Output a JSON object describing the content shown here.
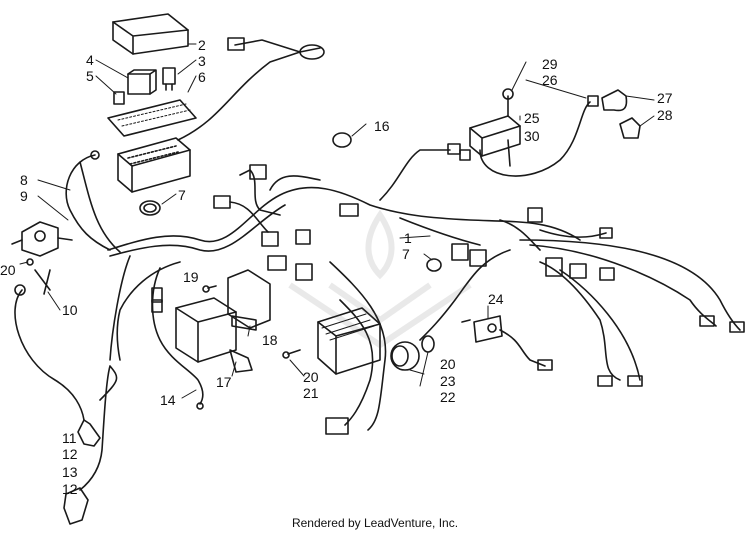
{
  "labels": {
    "n1": "1",
    "n2": "2",
    "n3": "3",
    "n4": "4",
    "n5": "5",
    "n6": "6",
    "n7a": "7",
    "n7b": "7",
    "n8": "8",
    "n9": "9",
    "n10": "10",
    "n11": "11",
    "n12a": "12",
    "n12b": "12",
    "n13": "13",
    "n14": "14",
    "n16": "16",
    "n17": "17",
    "n18": "18",
    "n19": "19",
    "n20a": "20",
    "n20b": "20",
    "n20c": "20",
    "n21": "21",
    "n22": "22",
    "n23": "23",
    "n24": "24",
    "n25": "25",
    "n26": "26",
    "n27": "27",
    "n28": "28",
    "n29": "29",
    "n30": "30"
  },
  "footer": "Rendered by LeadVenture, Inc.",
  "colors": {
    "line": "#1a1a1a",
    "text": "#111111",
    "background": "#ffffff"
  }
}
